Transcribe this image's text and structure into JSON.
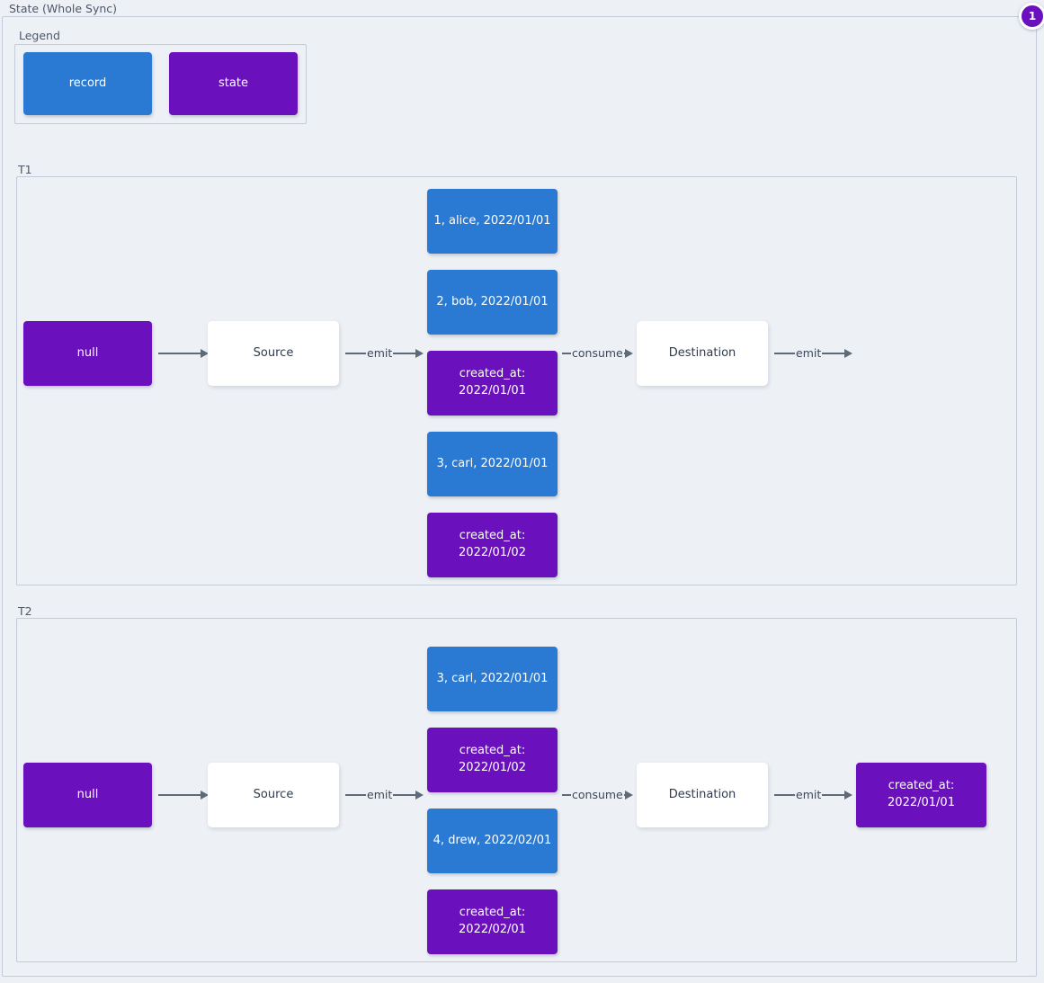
{
  "diagram": {
    "title": "State (Whole Sync)",
    "badge": "1",
    "colors": {
      "record": "#2a7ad4",
      "state": "#6b10bd",
      "plain": "#ffffff",
      "background": "#edf0f5",
      "border": "#c3cbd8",
      "edge": "#5f6a78"
    }
  },
  "legend": {
    "label": "Legend",
    "items": [
      {
        "label": "record",
        "kind": "record"
      },
      {
        "label": "state",
        "kind": "state"
      }
    ]
  },
  "sections": [
    {
      "label": "T1",
      "nodes": {
        "initial_state": "null",
        "source": "Source",
        "destination": "Destination",
        "final_state": ""
      },
      "edges": {
        "initial_to_source": "",
        "source_emit": "emit",
        "destination_consume": "consume",
        "destination_emit": "emit"
      },
      "stream": [
        {
          "kind": "record",
          "label": "1, alice, 2022/01/01"
        },
        {
          "kind": "record",
          "label": "2, bob, 2022/01/01"
        },
        {
          "kind": "state",
          "label": "created_at:\n2022/01/01"
        },
        {
          "kind": "record",
          "label": "3, carl, 2022/01/01"
        },
        {
          "kind": "state",
          "label": "created_at:\n2022/01/02"
        }
      ]
    },
    {
      "label": "T2",
      "nodes": {
        "initial_state": "null",
        "source": "Source",
        "destination": "Destination",
        "final_state": "created_at:\n2022/01/01"
      },
      "edges": {
        "initial_to_source": "",
        "source_emit": "emit",
        "destination_consume": "consume",
        "destination_emit": "emit"
      },
      "stream": [
        {
          "kind": "record",
          "label": "3, carl, 2022/01/01"
        },
        {
          "kind": "state",
          "label": "created_at:\n2022/01/02"
        },
        {
          "kind": "record",
          "label": "4, drew, 2022/02/01"
        },
        {
          "kind": "state",
          "label": "created_at:\n2022/02/01"
        }
      ]
    }
  ]
}
